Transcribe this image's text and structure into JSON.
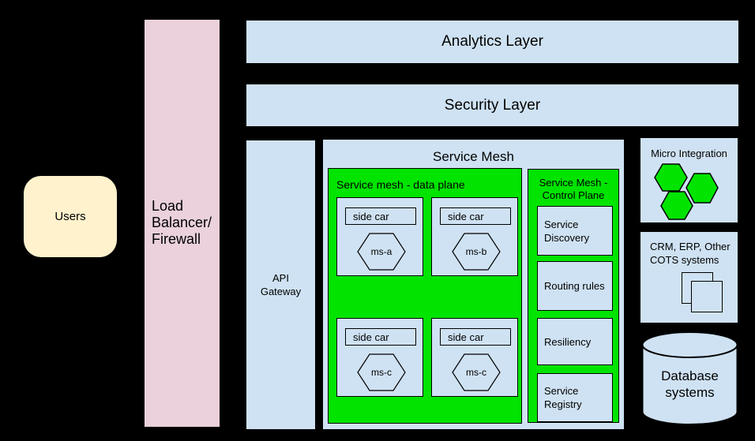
{
  "colors": {
    "background": "#000000",
    "light_blue": "#cfe2f3",
    "green": "#00e400",
    "pink": "#ead1dc",
    "cream": "#fff2cc",
    "stroke": "#000000"
  },
  "users": {
    "label": "Users"
  },
  "load_balancer": {
    "label": "Load\nBalancer/\nFirewall"
  },
  "layers": {
    "analytics": "Analytics Layer",
    "security": "Security Layer"
  },
  "api_gateway": {
    "label": "API\nGateway"
  },
  "service_mesh": {
    "title": "Service Mesh",
    "data_plane": {
      "title": "Service mesh - data plane",
      "units": [
        {
          "sidecar": "side car",
          "service": "ms-a"
        },
        {
          "sidecar": "side car",
          "service": "ms-b"
        },
        {
          "sidecar": "side car",
          "service": "ms-c"
        },
        {
          "sidecar": "side car",
          "service": "ms-c"
        }
      ]
    },
    "control_plane": {
      "title": "Service Mesh -\nControl Plane",
      "items": [
        "Service\nDiscovery",
        "Routing rules",
        "Resiliency",
        "Service\nRegistry"
      ]
    }
  },
  "micro_integration": {
    "title": "Micro Integration",
    "icon": "hexagon-cluster-icon"
  },
  "cots": {
    "title": "CRM, ERP, Other\nCOTS systems",
    "icon": "overlapping-squares-icon"
  },
  "database": {
    "label": "Database\nsystems",
    "icon": "database-cylinder-icon"
  }
}
